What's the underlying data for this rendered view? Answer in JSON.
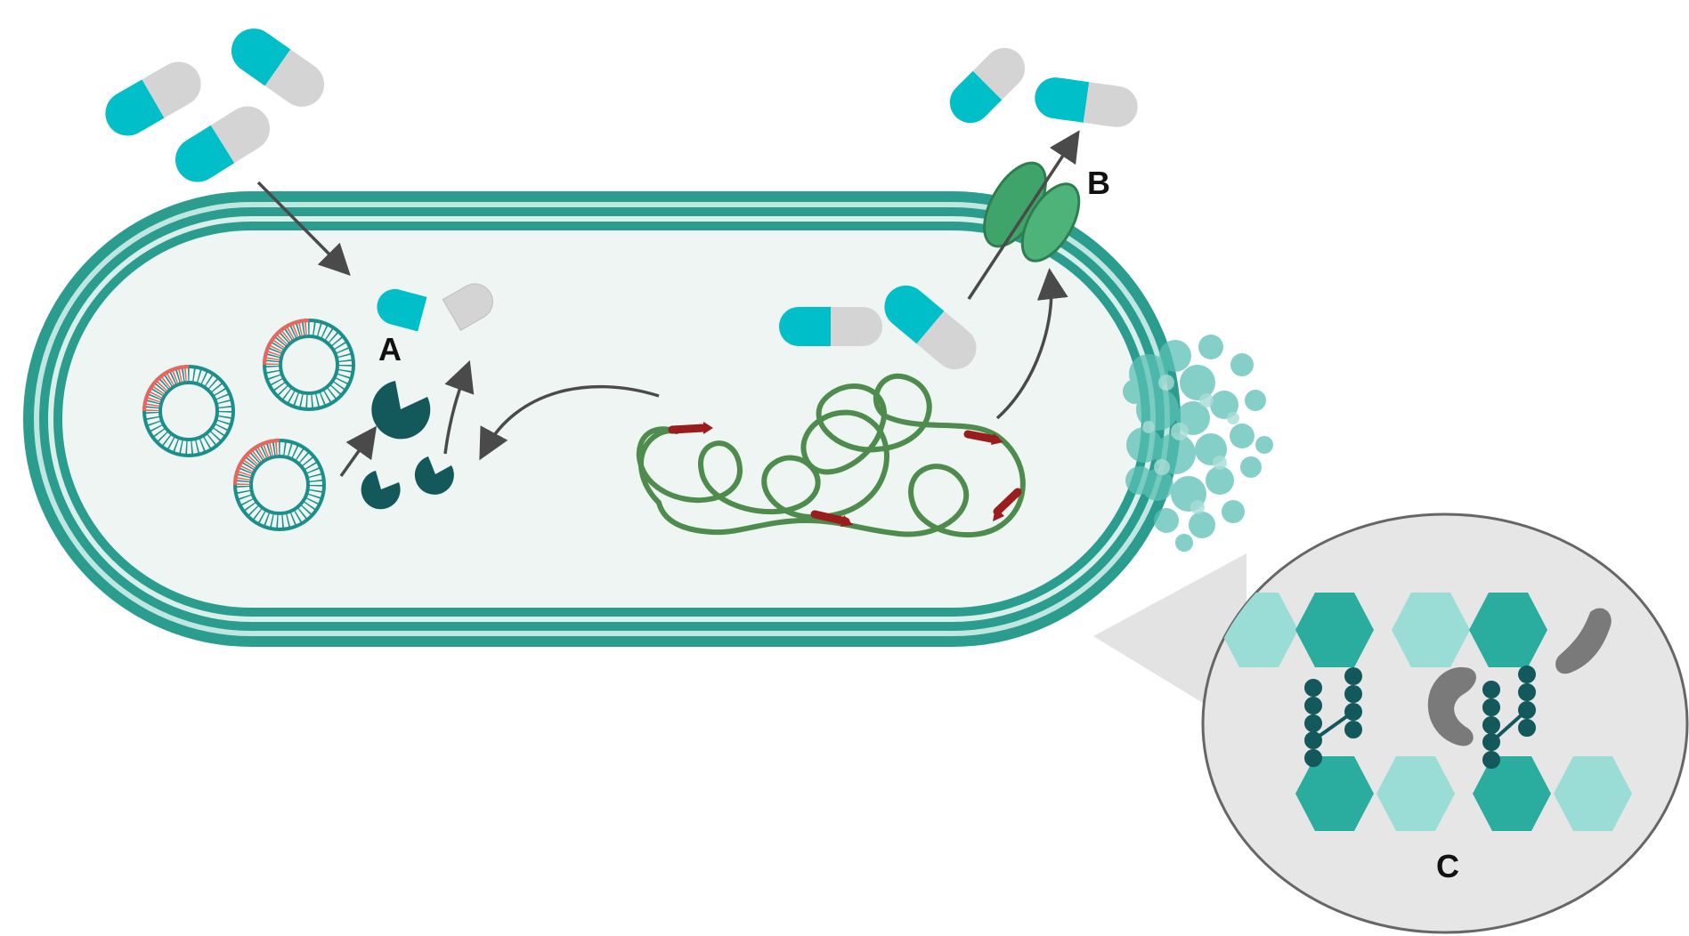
{
  "labels": {
    "a": "A",
    "b": "B",
    "c": "C"
  },
  "colors": {
    "capsule_teal": "#00BFC8",
    "capsule_gray": "#D4D4D4",
    "membrane": "#2A9D8F",
    "cytoplasm": "#EFF5F2",
    "plasmid_teal": "#1A8F8B",
    "plasmid_red": "#E8665E",
    "enzyme": "#13595B",
    "chromosome": "#4E8C4D",
    "gene_red": "#9B1C1C",
    "pump": "#3FA46A",
    "arrow": "#4A4A4A",
    "hex_dark": "#2AAD9F",
    "hex_light": "#9ADCD6",
    "inset_bg": "#E6E6E6",
    "crosslink": "#13595B",
    "kidney": "#7A7A7A"
  },
  "icons": [
    "capsule-icon",
    "plasmid-icon",
    "enzyme-icon",
    "efflux-pump-icon",
    "chromosome-icon",
    "biofilm-icon",
    "peptidoglycan-hexagon-icon"
  ]
}
